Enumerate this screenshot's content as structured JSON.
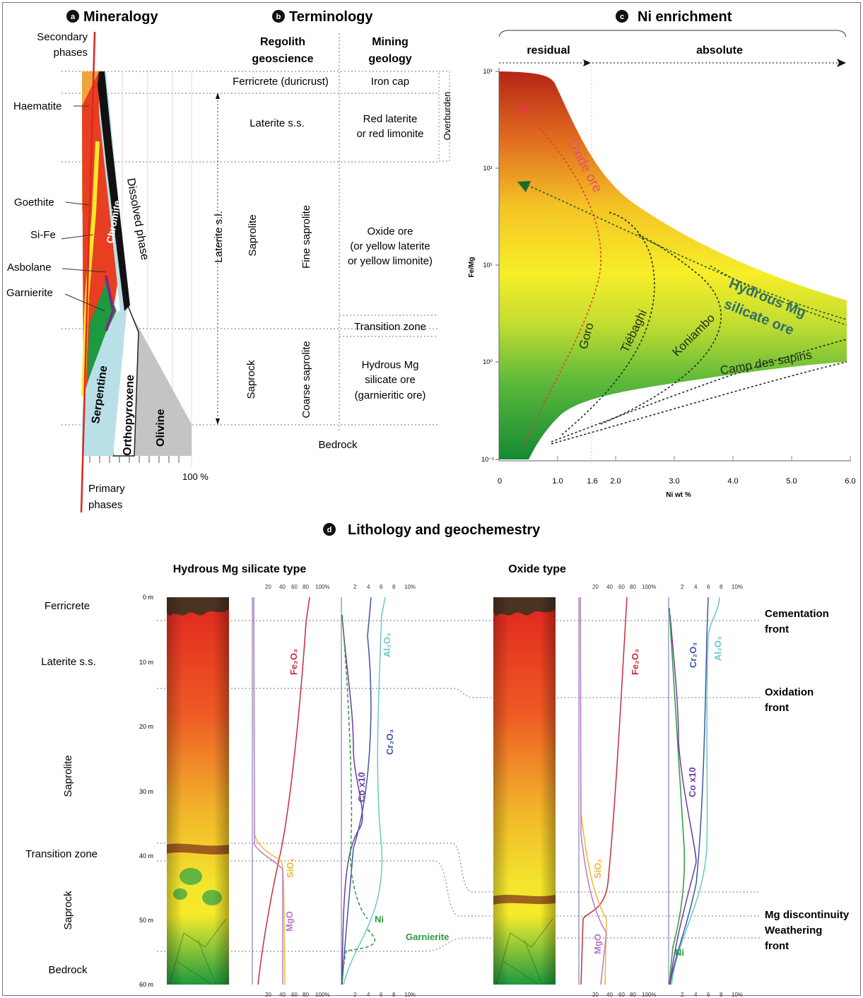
{
  "panels": {
    "a": {
      "letter": "a",
      "title": "Mineralogy"
    },
    "b": {
      "letter": "b",
      "title": "Terminology"
    },
    "c": {
      "letter": "c",
      "title": "Ni enrichment"
    },
    "d": {
      "letter": "d",
      "title": "Lithology and geochemestry"
    }
  },
  "mineralogy": {
    "secondary": [
      "Secondary",
      "phases"
    ],
    "primary": [
      "Primary",
      "phases"
    ],
    "percent": "100 %",
    "minerals": [
      "Haematite",
      "Goethite",
      "Si-Fe",
      "Asbolane",
      "Garnierite"
    ],
    "inner": {
      "chromite": "Chromite",
      "dissolved": "Dissolved phase",
      "serpentine": "Serpentine",
      "orthopyroxene": "Orthopyroxene",
      "olivine": "Olivine"
    }
  },
  "terminology": {
    "headers": {
      "regolith": [
        "Regolith",
        "geoscience"
      ],
      "mining": [
        "Mining",
        "geology"
      ]
    },
    "ferricrete": "Ferricrete (duricrust)",
    "iron_cap": "Iron cap",
    "laterite_ss": "Laterite s.s.",
    "red_laterite": [
      "Red laterite",
      "or red limonite"
    ],
    "overburden": "Overburden",
    "laterite_sl": "Laterite s.l.",
    "saprolite": "Saprolite",
    "fine_saprolite": "Fine saprolite",
    "oxide_ore": [
      "Oxide ore",
      "(or yellow laterite",
      "or yellow limonite)"
    ],
    "transition": "Transition zone",
    "saprock": "Saprock",
    "coarse_saprolite": "Coarse saprolite",
    "hydrous": [
      "Hydrous Mg",
      "silicate ore",
      "(garnieritic ore)"
    ],
    "bedrock": "Bedrock"
  },
  "enrichment": {
    "residual": "residual",
    "absolute": "absolute",
    "y_ticks": [
      "10³",
      "10²",
      "10¹",
      "10⁰",
      "10⁻¹"
    ],
    "x_ticks": [
      "0",
      "1.0",
      "1.6",
      "2.0",
      "3.0",
      "4.0",
      "5.0",
      "6.0"
    ],
    "ylabel": "Fe/Mg",
    "xlabel": "Ni wt %",
    "oxide_ore": "Oxide ore",
    "hydrous": [
      "Hydrous Mg",
      "silicate ore"
    ],
    "deposits": [
      "Goro",
      "Tiébaghi",
      "Koniambo",
      "Camp des sapins"
    ]
  },
  "lithology": {
    "hydrous_title": "Hydrous Mg silicate type",
    "oxide_title": "Oxide type",
    "left_labels": [
      "Ferricrete",
      "Laterite s.s.",
      "Saprolite",
      "Transition zone",
      "Saprock",
      "Bedrock"
    ],
    "depths": [
      "0 m",
      "10 m",
      "20 m",
      "30 m",
      "40 m",
      "50 m",
      "60 m"
    ],
    "scale_major": [
      "20",
      "40",
      "60",
      "80",
      "100%"
    ],
    "scale_minor": [
      "2",
      "4",
      "6",
      "8",
      "10%"
    ],
    "curves": {
      "fe2o3": "Fe₂O₃",
      "sio2": "SiO₂",
      "mgo": "MgO",
      "al2o3": "Al₂O₃",
      "cr2o3": "Cr₂O₃",
      "co": "Co x10",
      "ni": "Ni",
      "garnierite": "Garnierite"
    },
    "fronts": [
      [
        "Cementation",
        "front"
      ],
      [
        "Oxidation",
        "front"
      ],
      [
        "Mg discontinuity"
      ],
      [
        "Weathering",
        "front"
      ]
    ]
  },
  "colors": {
    "red": "#e52f27",
    "orange": "#f18c2a",
    "yellow": "#f6ea2a",
    "green": "#1a9a3c",
    "dark_green": "#13843a",
    "teal": "#2f6f6d"
  }
}
